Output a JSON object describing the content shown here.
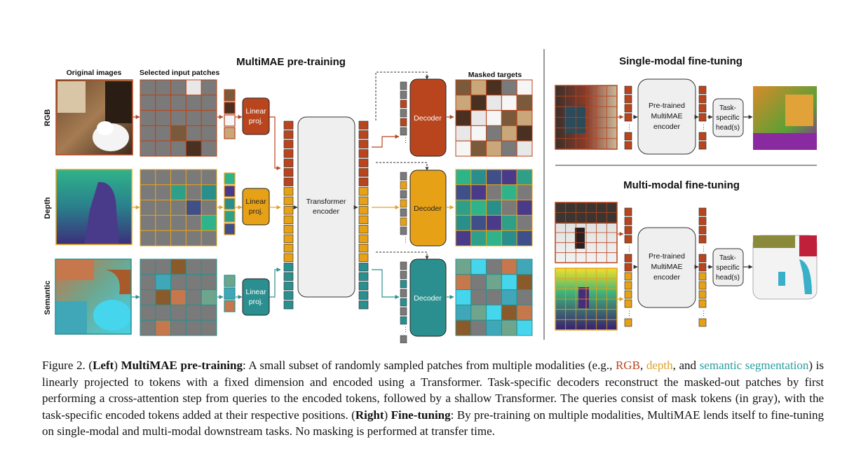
{
  "colors": {
    "rgb": "#b8451d",
    "depth": "#e6a117",
    "semantic": "#2b8f8f",
    "mask_gray": "#7a7a7a",
    "encoder_fill": "#efefef",
    "divider": "#333333"
  },
  "left": {
    "title": "MultiMAE pre-training",
    "col_original": "Original images",
    "col_selected": "Selected input patches",
    "col_masked": "Masked targets",
    "rows": [
      {
        "label": "RGB",
        "proj": [
          "Linear",
          "proj."
        ],
        "decoder": "Decoder"
      },
      {
        "label": "Depth",
        "proj": [
          "Linear",
          "proj."
        ],
        "decoder": "Decoder"
      },
      {
        "label": "Semantic",
        "proj": [
          "Linear",
          "proj."
        ],
        "decoder": "Decoder"
      }
    ],
    "encoder": [
      "Transformer",
      "encoder"
    ]
  },
  "right": {
    "single_title": "Single-modal fine-tuning",
    "multi_title": "Multi-modal fine-tuning",
    "encoder": [
      "Pre-trained",
      "MultiMAE",
      "encoder"
    ],
    "head": [
      "Task-",
      "specific",
      "head(s)"
    ]
  },
  "caption": {
    "prefix": "Figure 2. (",
    "left_bold": "Left",
    "after_left": ") ",
    "pretrain_bold": "MultiMAE pre-training",
    "p1": ": A small subset of randomly sampled patches from multiple modalities (e.g., ",
    "rgb": "RGB",
    "comma1": ", ",
    "depth": "depth",
    "comma2": ", and ",
    "semantic": "semantic segmentation",
    "p2": ") is linearly projected to tokens with a fixed dimension and encoded using a Transformer. Task-specific decoders reconstruct the masked-out patches by first performing a cross-attention step from queries to the encoded tokens, followed by a shallow Transformer. The queries consist of mask tokens (in gray), with the task-specific encoded tokens added at their respective positions. (",
    "right_bold": "Right",
    "after_right": ") ",
    "finetune_bold": "Fine-tuning",
    "p3": ": By pre-training on multiple modalities, MultiMAE lends itself to fine-tuning on single-modal and multi-modal downstream tasks. No masking is performed at transfer time."
  }
}
